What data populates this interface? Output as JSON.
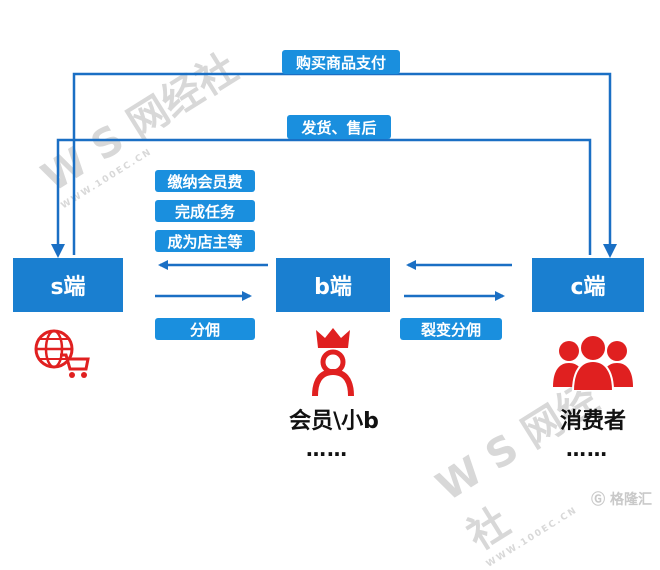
{
  "top_flow": {
    "pay_label": "购买商品支付",
    "ship_label": "发货、售后"
  },
  "left_labels": [
    "缴纳会员费",
    "完成任务",
    "成为店主等"
  ],
  "bottom_labels": {
    "commission": "分佣",
    "fission_commission": "裂变分佣"
  },
  "nodes": {
    "s": "s端",
    "b": "b端",
    "c": "c端"
  },
  "captions": {
    "b": "会员\\小b",
    "c": "消费者",
    "b_dots": "……",
    "c_dots": "……"
  },
  "watermarks": {
    "mark1": "W S 网经社",
    "mark1_sub": "WWW.100EC.CN",
    "mark2": "W S 网经社",
    "mark2_sub": "WWW.100EC.CN"
  },
  "brand": "格隆汇",
  "colors": {
    "box": "#1a7fd0",
    "label": "#1a8fde",
    "line": "#1a6fc4",
    "icon_red": "#e02020"
  },
  "icons": [
    "globe-cart-icon",
    "crown-person-icon",
    "group-people-icon"
  ]
}
